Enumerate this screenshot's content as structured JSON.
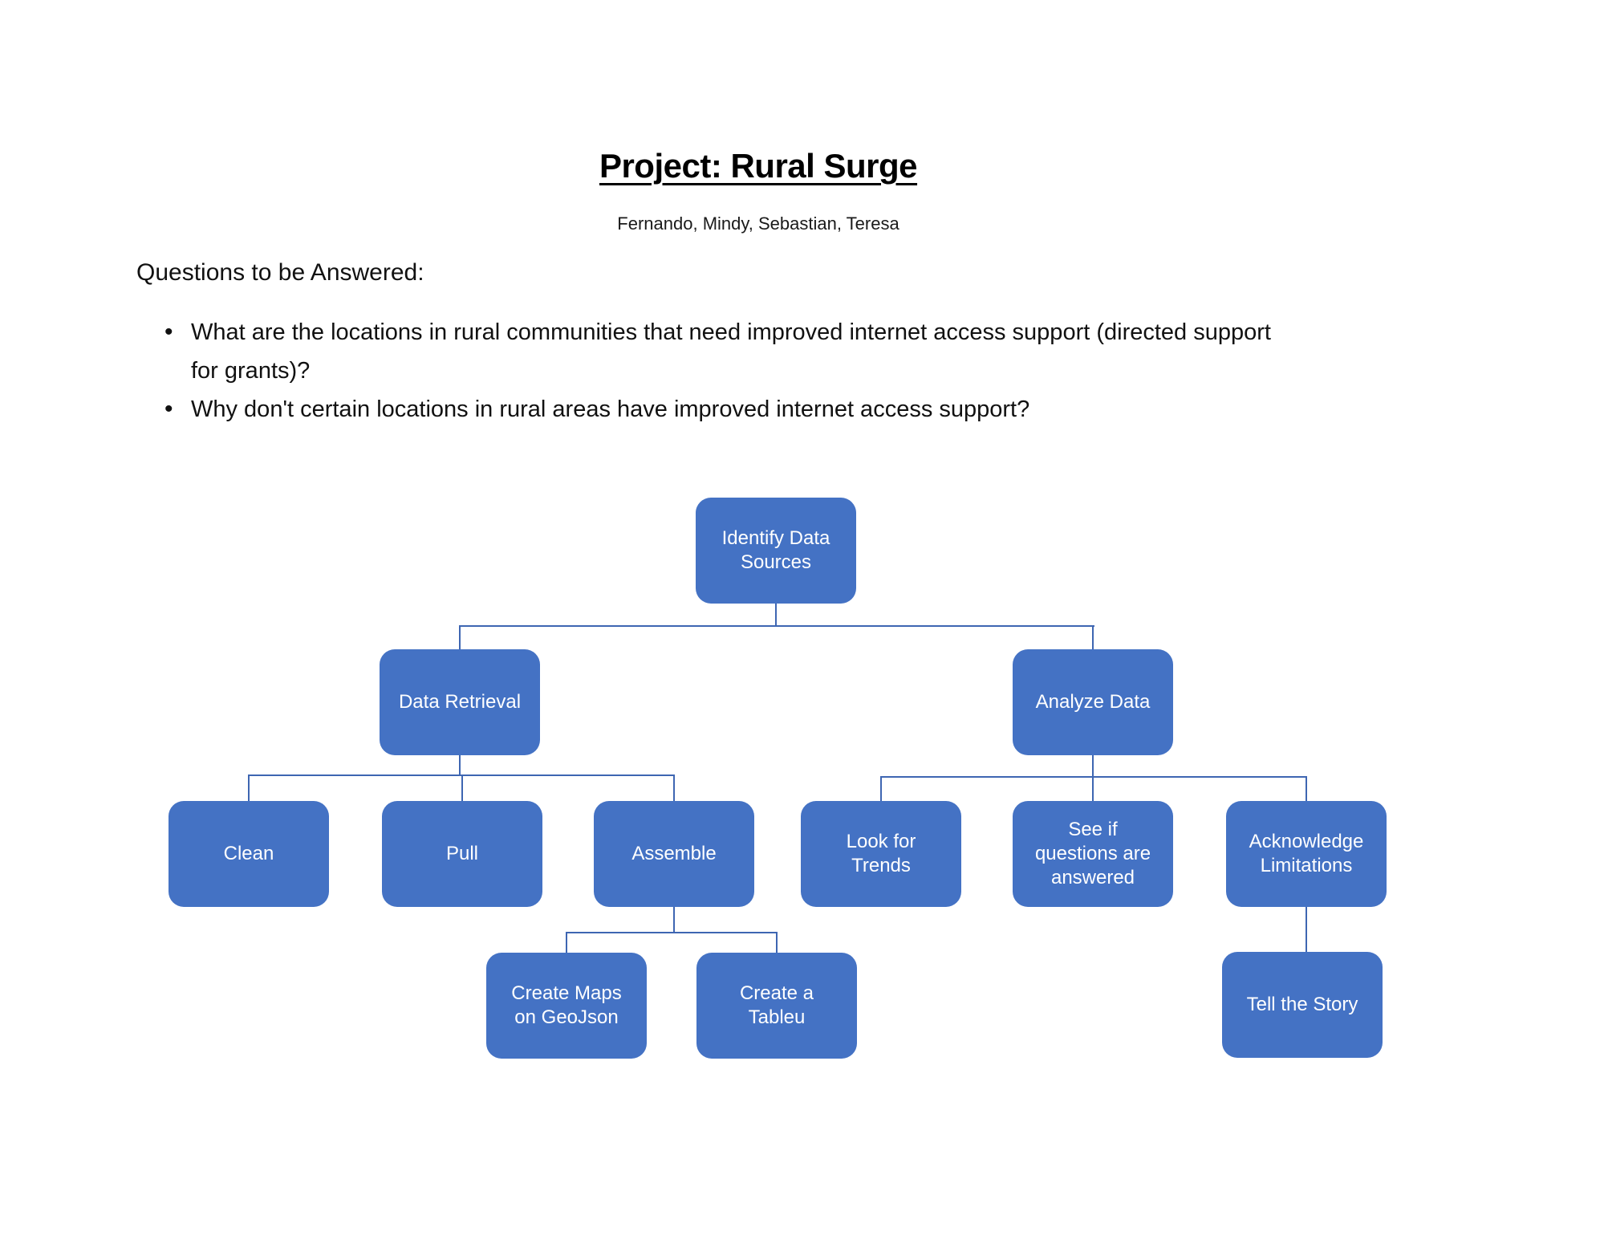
{
  "doc": {
    "title": "Project: Rural Surge",
    "authors": "Fernando, Mindy, Sebastian, Teresa",
    "questions_heading": "Questions to be Answered:",
    "bullet_char": "•",
    "bullets": [
      {
        "lines": [
          "What are the locations in rural communities that need improved internet access support (directed support",
          "for grants)?"
        ],
        "text": "What are the locations in rural communities that need improved internet access support (directed support for grants)?"
      },
      {
        "lines": [
          "Why don't certain locations in rural areas have improved internet access support?"
        ],
        "text": "Why don't certain locations in rural areas have improved internet access support?"
      }
    ]
  },
  "diagram": {
    "nodes": [
      {
        "id": "identify-data-sources",
        "label": "Identify Data Sources",
        "lines": [
          "Identify Data",
          "Sources"
        ]
      },
      {
        "id": "data-retrieval",
        "label": "Data Retrieval",
        "lines": [
          "Data Retrieval"
        ]
      },
      {
        "id": "analyze-data",
        "label": "Analyze Data",
        "lines": [
          "Analyze Data"
        ]
      },
      {
        "id": "clean",
        "label": "Clean",
        "lines": [
          "Clean"
        ]
      },
      {
        "id": "pull",
        "label": "Pull",
        "lines": [
          "Pull"
        ]
      },
      {
        "id": "assemble",
        "label": "Assemble",
        "lines": [
          "Assemble"
        ]
      },
      {
        "id": "look-for-trends",
        "label": "Look for Trends",
        "lines": [
          "Look for",
          "Trends"
        ]
      },
      {
        "id": "see-if-questions-answered",
        "label": "See if questions are answered",
        "lines": [
          "See if",
          "questions are",
          "answered"
        ]
      },
      {
        "id": "acknowledge-limitations",
        "label": "Acknowledge Limitations",
        "lines": [
          "Acknowledge",
          "Limitations"
        ]
      },
      {
        "id": "create-maps-geojson",
        "label": "Create Maps on GeoJson",
        "lines": [
          "Create Maps",
          "on GeoJson"
        ]
      },
      {
        "id": "create-a-tableu",
        "label": "Create a Tableu",
        "lines": [
          "Create a",
          "Tableu"
        ]
      },
      {
        "id": "tell-the-story",
        "label": "Tell the Story",
        "lines": [
          "Tell the Story"
        ]
      }
    ],
    "edges": [
      [
        "Identify Data Sources",
        "Data Retrieval"
      ],
      [
        "Identify Data Sources",
        "Analyze Data"
      ],
      [
        "Data Retrieval",
        "Clean"
      ],
      [
        "Data Retrieval",
        "Pull"
      ],
      [
        "Data Retrieval",
        "Assemble"
      ],
      [
        "Analyze Data",
        "Look for Trends"
      ],
      [
        "Analyze Data",
        "See if questions are answered"
      ],
      [
        "Analyze Data",
        "Acknowledge Limitations"
      ],
      [
        "Assemble",
        "Create Maps on GeoJson"
      ],
      [
        "Assemble",
        "Create a Tableu"
      ],
      [
        "Acknowledge Limitations",
        "Tell the Story"
      ]
    ],
    "colors": {
      "node_fill": "#4472C4",
      "node_text": "#FFFFFF",
      "connector": "#3E66B2",
      "body_text": "#111111"
    }
  }
}
